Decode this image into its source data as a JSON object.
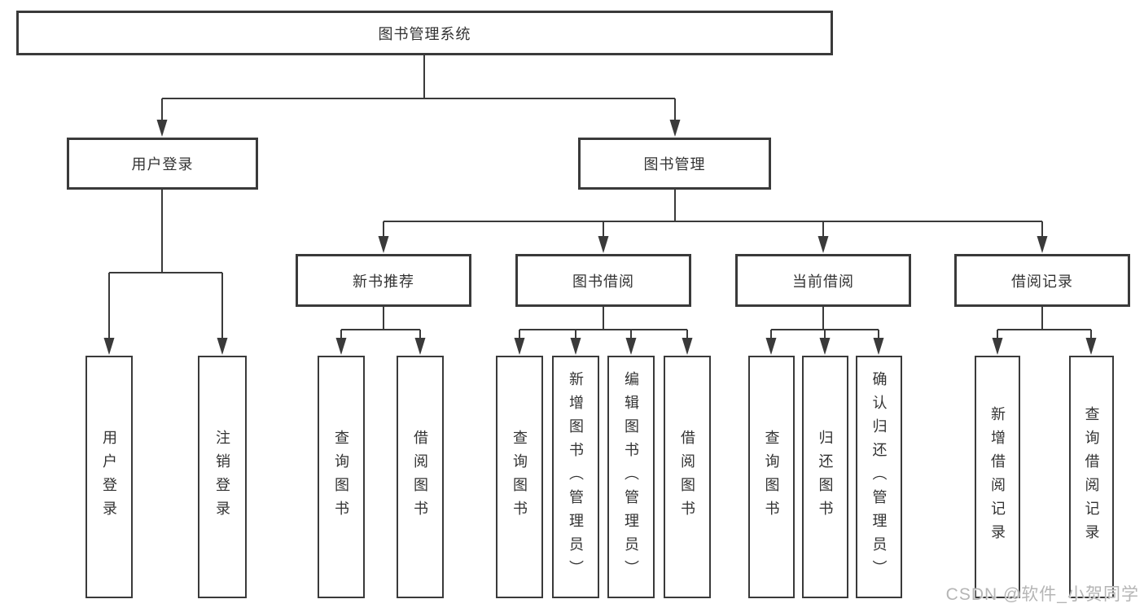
{
  "diagram": {
    "type": "function-structure-tree",
    "colors": {
      "line": "#3a3a3a",
      "text": "#333333",
      "background": "#ffffff",
      "watermark_text": "#b5b5b5"
    },
    "tree": {
      "label": "图书管理系统",
      "children": [
        {
          "label": "用户登录",
          "children": [
            {
              "label": "用户登录"
            },
            {
              "label": "注销登录"
            }
          ]
        },
        {
          "label": "图书管理",
          "children": [
            {
              "label": "新书推荐",
              "children": [
                {
                  "label": "查询图书"
                },
                {
                  "label": "借阅图书"
                }
              ]
            },
            {
              "label": "图书借阅",
              "children": [
                {
                  "label": "查询图书"
                },
                {
                  "label": "新增图书（管理员）"
                },
                {
                  "label": "编辑图书（管理员）"
                },
                {
                  "label": "借阅图书"
                }
              ]
            },
            {
              "label": "当前借阅",
              "children": [
                {
                  "label": "查询图书"
                },
                {
                  "label": "归还图书"
                },
                {
                  "label": "确认归还（管理员）"
                }
              ]
            },
            {
              "label": "借阅记录",
              "children": [
                {
                  "label": "新增借阅记录"
                },
                {
                  "label": "查询借阅记录"
                }
              ]
            }
          ]
        }
      ]
    },
    "watermark": {
      "text": "CSDN @软件_小贺同学"
    }
  }
}
